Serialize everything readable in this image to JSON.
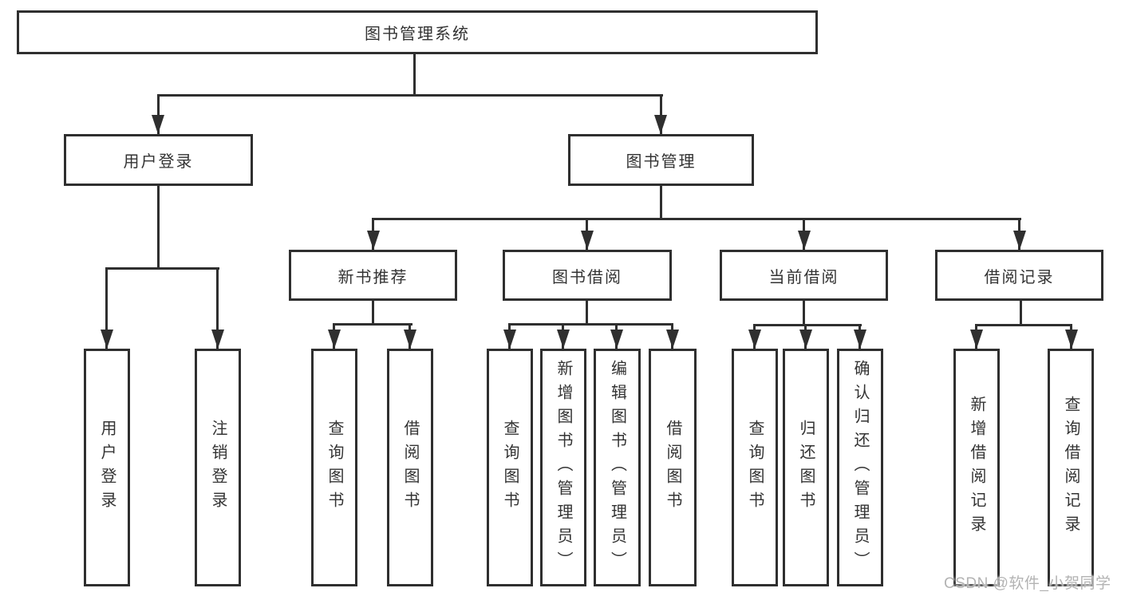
{
  "diagram": {
    "title": "图书管理系统",
    "level2": {
      "user_login": "用户登录",
      "book_management": "图书管理"
    },
    "level3": {
      "new_book_recommend": "新书推荐",
      "book_borrow": "图书借阅",
      "current_borrow": "当前借阅",
      "borrow_record": "借阅记录"
    },
    "leaves": {
      "user_login": [
        "用户登录",
        "注销登录"
      ],
      "new_book_recommend": [
        "查询图书",
        "借阅图书"
      ],
      "book_borrow": [
        "查询图书",
        "新增图书（管理员）",
        "编辑图书（管理员）",
        "借阅图书"
      ],
      "current_borrow": [
        "查询图书",
        "归还图书",
        "确认归还（管理员）"
      ],
      "borrow_record": [
        "新增借阅记录",
        "查询借阅记录"
      ]
    }
  },
  "watermark": "CSDN @软件_小贺同学",
  "colors": {
    "line": "#2f2f2f",
    "text": "#333333",
    "watermark": "#b3b3b3",
    "background": "#ffffff"
  }
}
